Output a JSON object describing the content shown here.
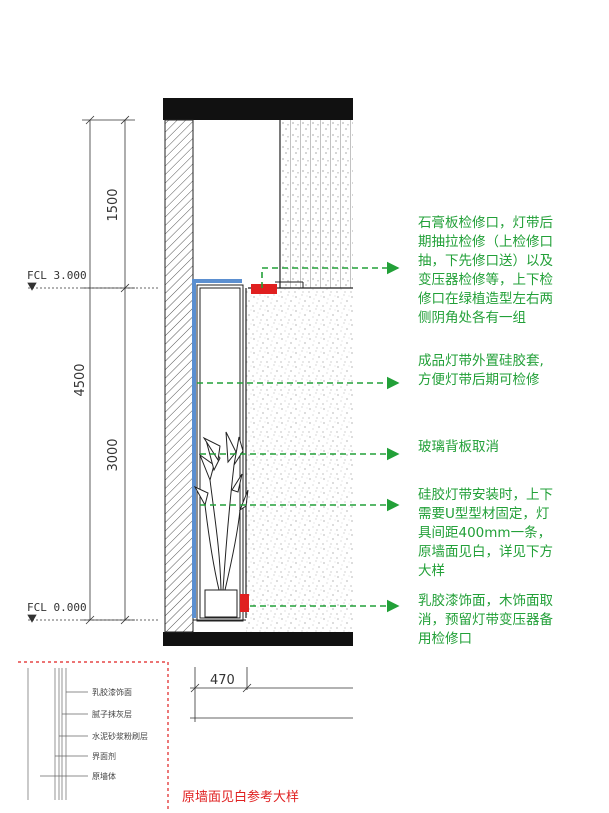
{
  "dimensions": {
    "d1500": "1500",
    "d4500": "4500",
    "d3000": "3000",
    "d470": "470"
  },
  "levels": {
    "fcl_top": "FCL 3.000",
    "fcl_bottom": "FCL 0.000"
  },
  "notes": {
    "n1": [
      "石膏板检修口，灯带后",
      "期抽拉检修（上检修口",
      "抽，下先修口送）以及",
      "变压器检修等，上下检",
      "修口在绿植造型左右两",
      "侧阴角处各有一组"
    ],
    "n2": [
      "成品灯带外置硅胶套,",
      "方便灯带后期可检修"
    ],
    "n3": [
      "玻璃背板取消"
    ],
    "n4": [
      "硅胶灯带安装时，上下",
      "需要U型型材固定，灯",
      "具间距400mm一条，",
      "原墙面见白，详见下方",
      "大样"
    ],
    "n5": [
      "乳胶漆饰面，木饰面取",
      "消，预留灯带变压器备",
      "用检修口"
    ]
  },
  "layers": [
    "乳胶漆饰面",
    "腻子抹灰层",
    "水泥砂浆粉刷层",
    "界面剂",
    "原墙体"
  ],
  "ref_title": "原墙面见白参考大样",
  "colors": {
    "note_green": "#22a038",
    "red_mark": "#e02020",
    "blue_strip": "#5b8fd0"
  }
}
